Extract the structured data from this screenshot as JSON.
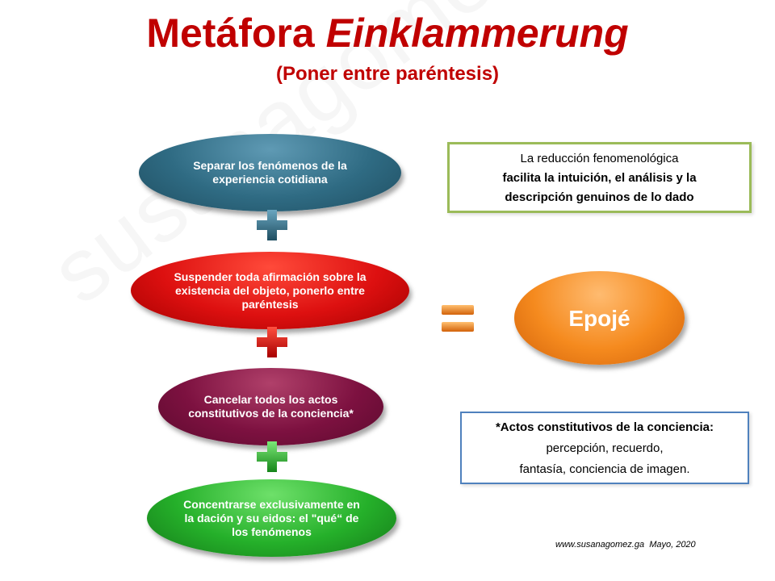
{
  "watermark": "susanagomez.ga",
  "title": {
    "main": "Metáfora ",
    "italic": "Einklammerung"
  },
  "subtitle": "(Poner entre paréntesis)",
  "steps": [
    {
      "text": "Separar los fenómenos de la experiencia cotidiana",
      "color": "#2f6b83"
    },
    {
      "text": "Suspender toda afirmación sobre la existencia del objeto, ponerlo entre paréntesis",
      "color": "#dd1010"
    },
    {
      "text": "Cancelar todos los actos constitutivos de la conciencia*",
      "color": "#7d1140"
    },
    {
      "text": "Concentrarse exclusivamente en la dación y su eidos: el \"qué“ de los fenómenos",
      "color": "#25b02a"
    }
  ],
  "operators": {
    "plus_colors": [
      "#2f6b83",
      "#dd1010",
      "#25b02a"
    ],
    "equals_color": "#f58a1e"
  },
  "result": {
    "text": "Epojé",
    "color": "#f58a1e"
  },
  "note_reduction": {
    "line1": "La reducción fenomenológica",
    "line2": "facilita la intuición, el análisis y la",
    "line3": "descripción genuinos de lo dado"
  },
  "note_acts": {
    "heading": "*Actos constitutivos de la conciencia:",
    "line1": "percepción, recuerdo,",
    "line2": "fantasía, conciencia de imagen."
  },
  "footer": {
    "site": "www.susanagomez.ga",
    "date": "Mayo, 2020"
  }
}
